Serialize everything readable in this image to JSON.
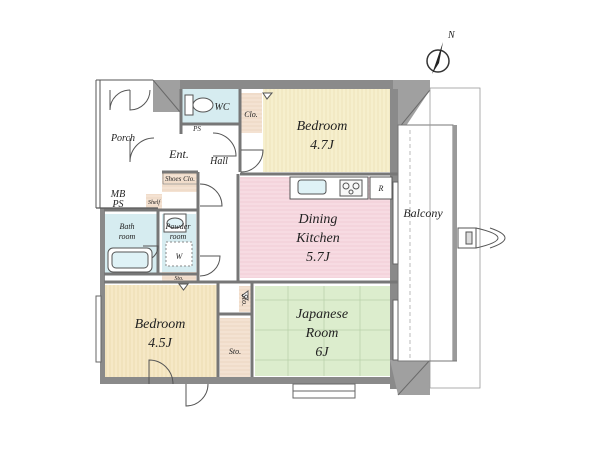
{
  "compass": {
    "north_label": "N"
  },
  "rooms": {
    "bedroom_top": {
      "name": "Bedroom",
      "size": "4.7J"
    },
    "dining_kitchen": {
      "line1": "Dining",
      "line2": "Kitchen",
      "size": "5.7J"
    },
    "bedroom_left": {
      "name": "Bedroom",
      "size": "4.5J"
    },
    "japanese_room": {
      "line1": "Japanese",
      "line2": "Room",
      "size": "6J"
    },
    "balcony": {
      "name": "Balcony"
    },
    "porch": {
      "name": "Porch"
    },
    "entrance": {
      "name": "Ent."
    },
    "hall": {
      "name": "Hall"
    },
    "wc": {
      "name": "WC"
    },
    "closet": {
      "name": "Clo."
    },
    "ps": {
      "name": "PS"
    },
    "mbps": {
      "line1": "MB",
      "line2": "PS"
    },
    "shoes_closet": {
      "name": "Shoes Clo."
    },
    "shelf": {
      "name": "Shelf"
    },
    "bath_room": {
      "line1": "Bath",
      "line2": "room"
    },
    "powder_room": {
      "line1": "Powder",
      "line2": "room",
      "washer": "W"
    },
    "storage_small": {
      "name": "Sto."
    },
    "storage_vertical": {
      "name": "Sto."
    },
    "storage_room": {
      "name": "Sto."
    },
    "refrigerator": {
      "name": "R"
    }
  },
  "colors": {
    "wall": "#8a8a8a",
    "bedroom_top": "#f6efcd",
    "dining_kitchen": "#f7dbe2",
    "bedroom_left": "#f6e8c6",
    "japanese_room": "#dcedcd",
    "wet_area": "#d6ecf0",
    "storage": "#f4e2d2",
    "hall_floor": "#ffffff"
  }
}
